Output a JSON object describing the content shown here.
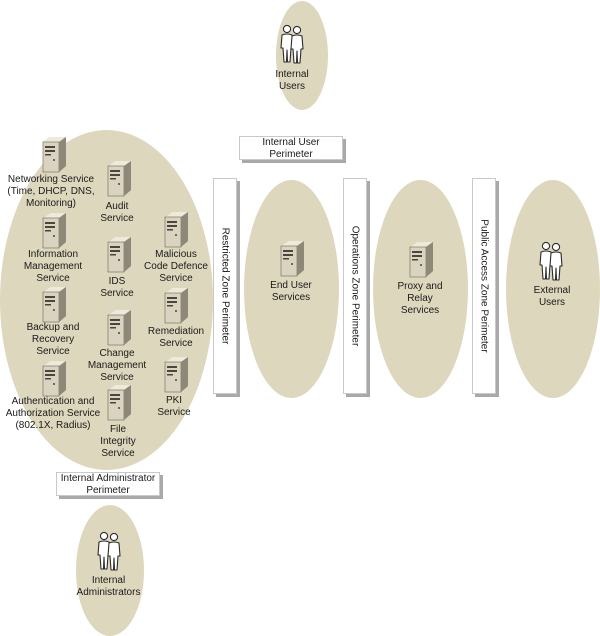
{
  "zones": {
    "internal_users": "Internal\nUsers",
    "end_user_services": "End User\nServices",
    "proxy_relay": "Proxy and\nRelay\nServices",
    "external_users": "External\nUsers",
    "internal_administrators": "Internal\nAdministrators"
  },
  "perimeters": {
    "internal_user": "Internal User\nPerimeter",
    "restricted_zone": "Restricted Zone Perimeter",
    "operations_zone": "Operations Zone Perimeter",
    "public_access_zone": "Public Access Zone Perimeter",
    "internal_administrator": "Internal Administrator\nPerimeter"
  },
  "services": {
    "networking": "Networking Service\n(Time, DHCP, DNS,\nMonitoring)",
    "audit": "Audit\nService",
    "information_management": "Information\nManagement\nService",
    "ids": "IDS\nService",
    "malicious_code": "Malicious\nCode Defence\nService",
    "backup_recovery": "Backup and\nRecovery\nService",
    "remediation": "Remediation\nService",
    "change_management": "Change\nManagement\nService",
    "authentication": "Authentication and\nAuthorization Service\n(802.1X, Radius)",
    "pki": "PKI\nService",
    "file_integrity": "File\nIntegrity\nService"
  },
  "colors": {
    "zone_fill": "#ddd7bd",
    "server_body": "#d9d3c0",
    "perimeter_shadow": "#a9a9a9"
  },
  "icons": {
    "server": "server-icon",
    "users": "users-icon"
  }
}
